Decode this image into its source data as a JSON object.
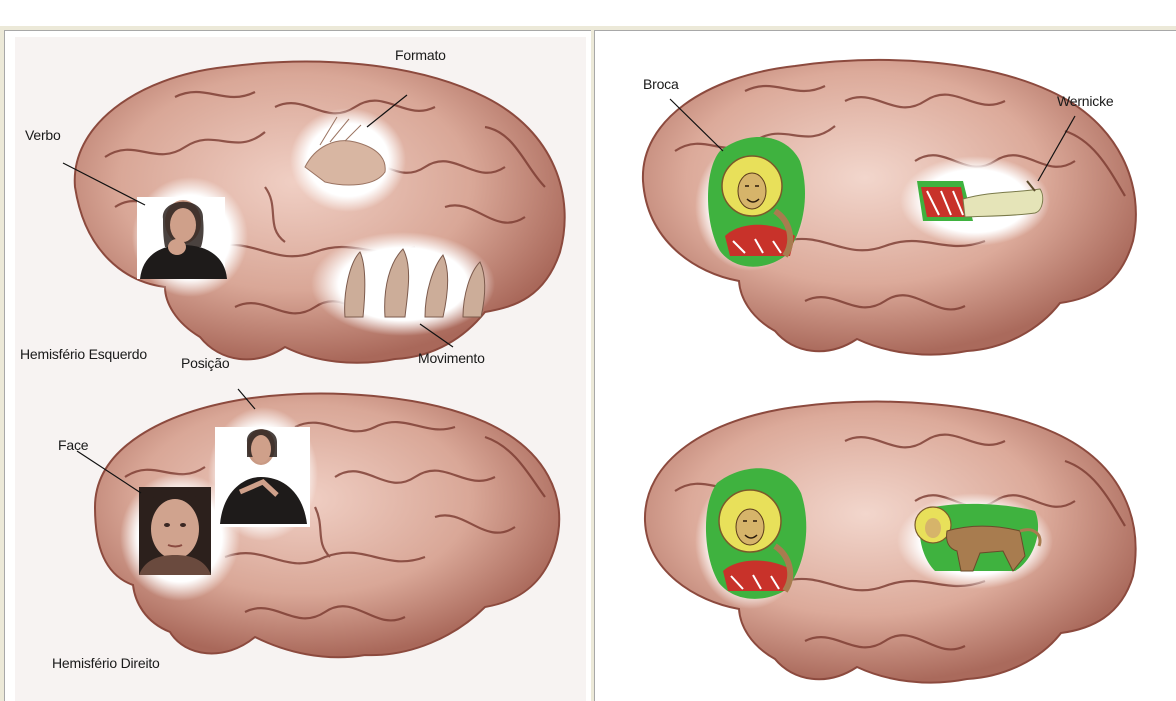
{
  "left_panel": {
    "top_brain": {
      "labels": {
        "verb": "Verbo",
        "shape": "Formato",
        "movement": "Movimento",
        "hemisphere": "Hemisfério Esquerdo"
      }
    },
    "bottom_brain": {
      "labels": {
        "position": "Posição",
        "face": "Face",
        "hemisphere": "Hemisfério Direito"
      }
    }
  },
  "right_panel": {
    "top_brain": {
      "labels": {
        "broca": "Broca",
        "wernicke": "Wernicke"
      }
    }
  },
  "colors": {
    "brain_fill": "#d9a797",
    "brain_dark": "#8c4a3e",
    "gyrus_line": "#7a3a30",
    "lion_yellow": "#e8e05a",
    "lion_green": "#3fb23f",
    "lion_red": "#c8322a",
    "lion_brown": "#a87c4f"
  }
}
